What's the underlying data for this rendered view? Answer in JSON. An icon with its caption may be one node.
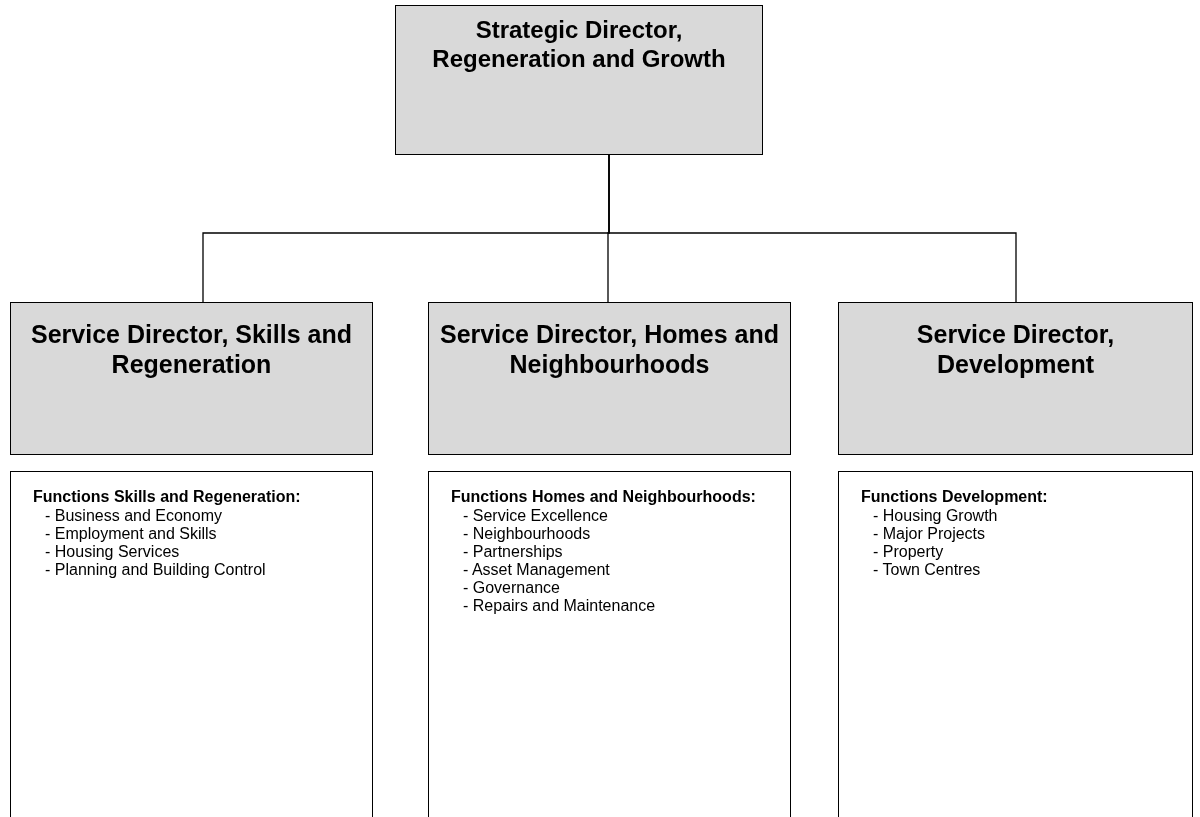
{
  "diagram": {
    "nodes": [
      {
        "text": [
          "Strategic Director, Regeneration and Growth"
        ]
      },
      {
        "text": [
          "Service Director, Skills and Regeneration"
        ]
      },
      {
        "text": [
          "Service Director, Homes and Neighbourhoods"
        ]
      },
      {
        "text": [
          "Service Director, Development"
        ]
      },
      {
        "text": [
          "Functions Skills and Regeneration:",
          "- Business and Economy",
          "- Employment and Skills",
          "- Housing Services",
          "- Planning and Building Control"
        ]
      },
      {
        "text": [
          "Functions Homes and Neighbourhoods:",
          "- Service Excellence",
          "- Neighbourhoods",
          "- Partnerships",
          "- Asset Management",
          "- Governance",
          "- Repairs and Maintenance"
        ]
      },
      {
        "text": [
          "Functions Development:",
          "- Housing Growth",
          "- Major Projects",
          "- Property",
          "- Town Centres"
        ]
      }
    ],
    "edges": [
      {
        "from": 0,
        "to": 1,
        "arrow": "none"
      },
      {
        "from": 0,
        "to": 2,
        "arrow": "none"
      },
      {
        "from": 0,
        "to": 3,
        "arrow": "none"
      }
    ]
  }
}
